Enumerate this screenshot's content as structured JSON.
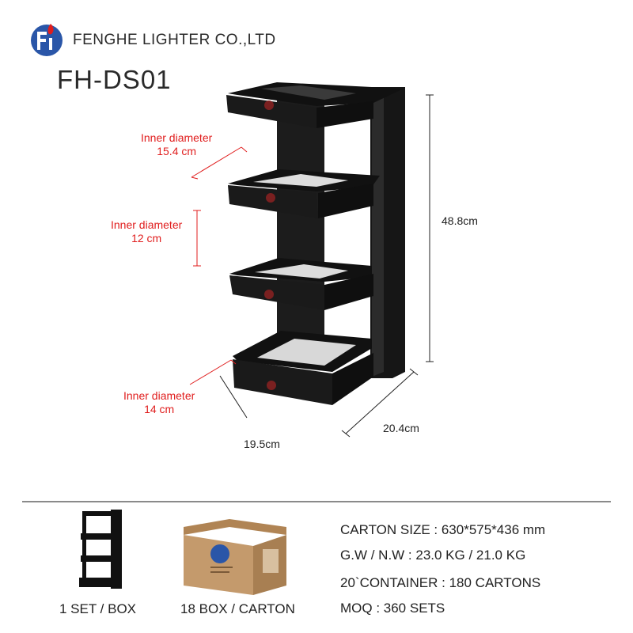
{
  "header": {
    "company": "FENGHE LIGHTER CO.,LTD",
    "model": "FH-DS01",
    "logo_icon": "fenghe-fi-logo-icon"
  },
  "annotations": {
    "inner_top": {
      "label": "Inner diameter",
      "value": "15.4 cm"
    },
    "inner_mid": {
      "label": "Inner diameter",
      "value": "12 cm"
    },
    "inner_bottom": {
      "label": "Inner diameter",
      "value": "14 cm"
    },
    "height": "48.8cm",
    "depth": "20.4cm",
    "width": "19.5cm"
  },
  "packaging": {
    "set_caption": "1 SET / BOX",
    "carton_caption": "18 BOX / CARTON",
    "specs": [
      "CARTON SIZE : 630*575*436 mm",
      "G.W / N.W : 23.0 KG / 21.0 KG",
      "20`CONTAINER : 180 CARTONS",
      "MOQ : 360 SETS"
    ]
  },
  "colors": {
    "accent_red": "#e01d1d",
    "logo_blue": "#2a56a8",
    "product_black": "#1a1a1a",
    "carton_brown": "#c49a6c"
  }
}
